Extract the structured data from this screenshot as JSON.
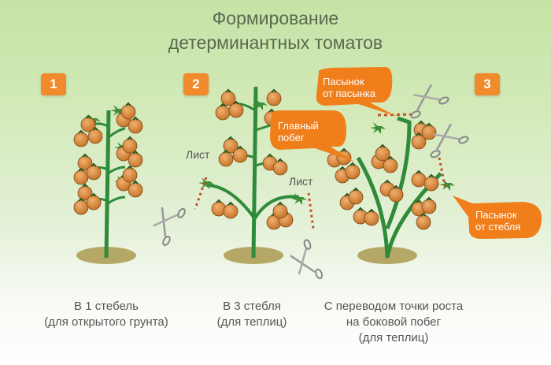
{
  "title": {
    "line1": "Формирование",
    "line2": "детерминантных томатов"
  },
  "steps": [
    {
      "number": "1",
      "caption_line1": "В 1 стебель",
      "caption_line2": "(для открытого грунта)"
    },
    {
      "number": "2",
      "caption_line1": "В 3 стебля",
      "caption_line2": "(для теплиц)"
    },
    {
      "number": "3",
      "caption_line1": "С переводом точки роста",
      "caption_line2": "на боковой побег",
      "caption_line3": "(для теплиц)"
    }
  ],
  "labels": {
    "leaf_left": "Лист",
    "leaf_right": "Лист",
    "main_shoot_line1": "Главный",
    "main_shoot_line2": "побег",
    "stepson_of_stepson_line1": "Пасынок",
    "stepson_of_stepson_line2": "от пасынка",
    "stepson_of_stem_line1": "Пасынок",
    "stepson_of_stem_line2": "от стебля"
  },
  "colors": {
    "accent": "#f08a2a",
    "stem": "#2f8a3a",
    "tomato": "#d98a3c",
    "ground": "#b5a866"
  }
}
